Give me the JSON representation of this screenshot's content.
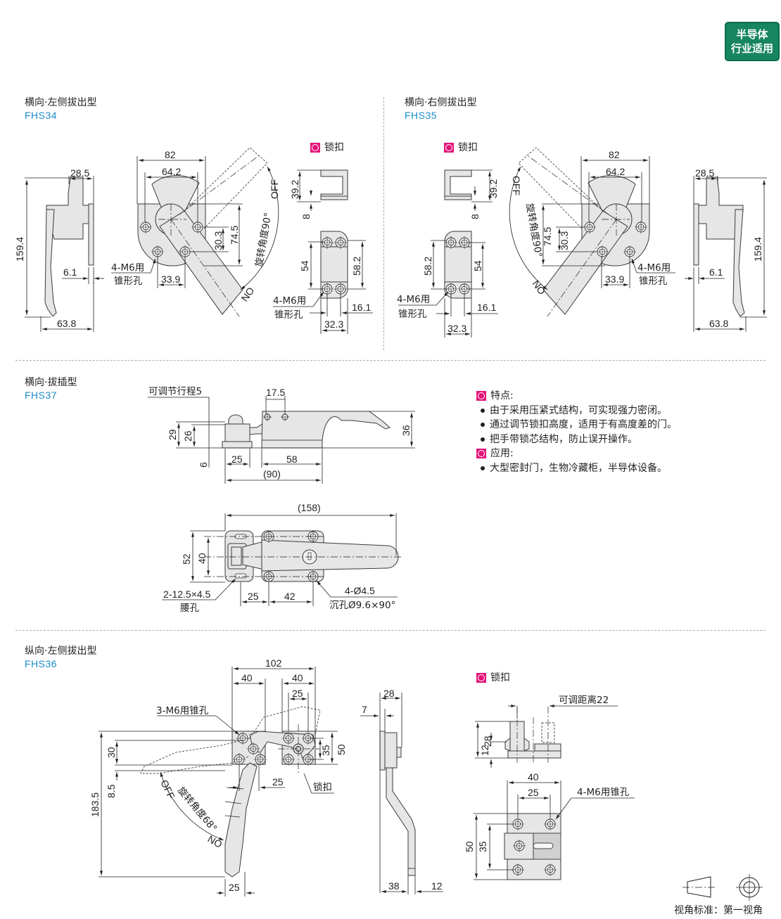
{
  "badge": {
    "line1": "半导体",
    "line2": "行业适用",
    "color": "#17855f"
  },
  "accent_colors": {
    "code_blue": "#1a8cc8",
    "tag_magenta": "#e4157a",
    "part_fill": "#e6e6e7"
  },
  "sections": {
    "fhs34": {
      "title": "横向·左侧拔出型",
      "code": "FHS34",
      "side_view": {
        "d_28_5": "28.5",
        "d_159_4": "159.4",
        "d_6_1": "6.1",
        "d_63_8": "63.8"
      },
      "front_view": {
        "d_82": "82",
        "d_64_2": "64.2",
        "d_30_3": "30.3",
        "d_74_5": "74.5",
        "d_33_9": "33.9",
        "hole_note_1": "4-M6用",
        "hole_note_2": "锥形孔",
        "off": "OFF",
        "on": "NO",
        "rotation": "旋转角度90°"
      },
      "strike": {
        "tag": "锁扣",
        "d_39_2": "39.2",
        "d_8": "8",
        "d_54": "54",
        "d_58_2": "58.2",
        "d_16_1": "16.1",
        "d_32_3": "32.3",
        "hole_note_1": "4-M6用",
        "hole_note_2": "锥形孔"
      }
    },
    "fhs35": {
      "title": "横向·右侧拔出型",
      "code": "FHS35",
      "side_view": {
        "d_28_5": "28.5",
        "d_159_4": "159.4",
        "d_6_1": "6.1",
        "d_63_8": "63.8"
      },
      "front_view": {
        "d_82": "82",
        "d_64_2": "64.2",
        "d_30_3": "30.3",
        "d_74_5": "74.5",
        "d_33_9": "33.9",
        "hole_note_1": "4-M6用",
        "hole_note_2": "锥形孔",
        "off": "OFF",
        "on": "NO",
        "rotation": "旋转角度90°"
      },
      "strike": {
        "tag": "锁扣",
        "d_39_2": "39.2",
        "d_8": "8",
        "d_54": "54",
        "d_58_2": "58.2",
        "d_16_1": "16.1",
        "d_32_3": "32.3",
        "hole_note_1": "4-M6用",
        "hole_note_2": "锥形孔"
      }
    },
    "fhs37": {
      "title": "横向·拔插型",
      "code": "FHS37",
      "side_view": {
        "adjust": "可调节行程5",
        "d_17_5": "17.5",
        "d_29": "29",
        "d_26": "26",
        "d_6": "6",
        "d_25": "25",
        "d_58": "58",
        "d_90": "(90)",
        "d_36": "36"
      },
      "top_view": {
        "d_158": "(158)",
        "d_52": "52",
        "d_40": "40",
        "slot_1": "2-12.5×4.5",
        "slot_2": "腰孔",
        "d_25": "25",
        "d_42": "42",
        "hole_1": "4-Ø4.5",
        "hole_2": "沉孔Ø9.6×90°"
      }
    },
    "fhs36": {
      "title": "纵向·左侧拔出型",
      "code": "FHS36",
      "front_view": {
        "d_102": "102",
        "d_40a": "40",
        "d_40b": "40",
        "d_25_top": "25",
        "hole_note": "3-M6用锥孔",
        "d_30": "30",
        "d_8_5": "8.5",
        "d_183_5": "183.5",
        "d_35": "35",
        "d_50": "50",
        "d_25_mid": "25",
        "strike_label": "锁扣",
        "off": "OFF",
        "on": "NO",
        "rotation": "旋转角度68°",
        "d_25_bottom": "25"
      },
      "side_view": {
        "d_28": "28",
        "d_7": "7",
        "d_38": "38",
        "d_12": "12"
      },
      "strike": {
        "tag": "锁扣",
        "adjust": "可调距离22",
        "d_28": "28",
        "d_12": "12",
        "d_40": "40",
        "d_25": "25",
        "hole_note": "4-M6用锥孔",
        "d_50": "50",
        "d_35": "35"
      }
    }
  },
  "features": {
    "heading": "特点:",
    "items": [
      "由于采用压紧式结构，可实现强力密闭。",
      "通过调节锁扣高度，适用于有高度差的门。",
      "把手带锁芯结构，防止误开操作。"
    ],
    "app_heading": "应用:",
    "app_items": [
      "大型密封门，生物冷藏柜，半导体设备。"
    ]
  },
  "view_standard": {
    "label": "视角标准：第一视角"
  }
}
